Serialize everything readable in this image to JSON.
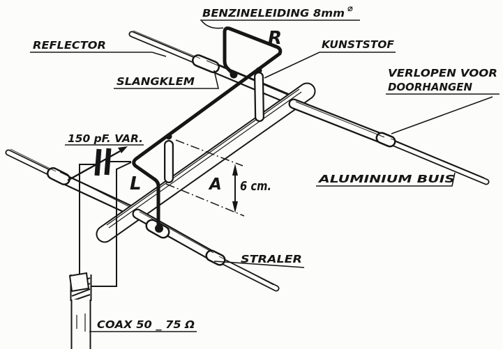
{
  "diagram": {
    "type": "technical-line-drawing",
    "subject": "2-element VHF antenna construction sketch (HB9CV style) with gamma match",
    "colors": {
      "ink": "#161616",
      "paper": "#fcfcfa"
    },
    "labels": {
      "benzineleiding": "BENZINELEIDING  8mm",
      "diameter_symbol": "⌀",
      "reflector": "REFLECTOR",
      "slangklem": "SLANGKLEM",
      "kunststof": "KUNSTSTOF",
      "verlopen_line1": "VERLOPEN  VOOR",
      "verlopen_line2": "DOORHANGEN",
      "capacitor": "150 pF. VAR.",
      "aluminium_buis": "ALUMINIUM  BUIS",
      "straler": "STRALER",
      "coax": "COAX  50 _ 75 Ω",
      "point_r": "R",
      "point_l": "L",
      "area_a": "A",
      "dimension_6cm": "6 cm."
    }
  }
}
